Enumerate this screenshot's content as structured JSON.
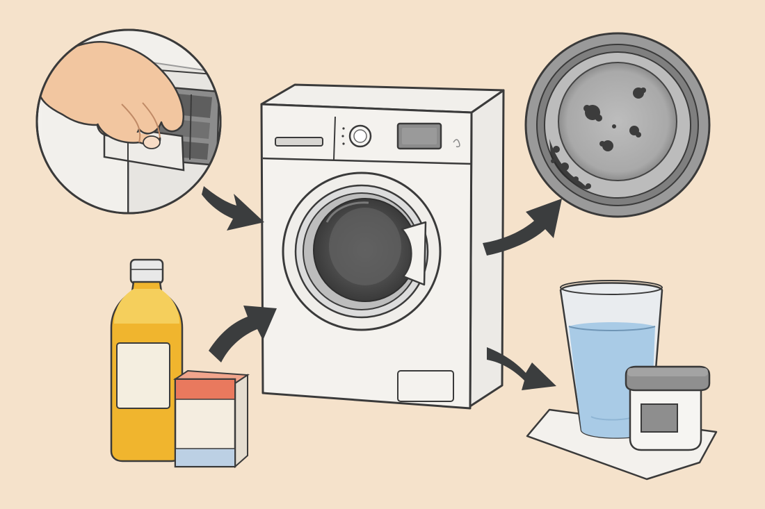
{
  "scene": {
    "background_color": "#f5e2cb",
    "line_color": "#3a3a3a",
    "arrow_color": "#3b3d3e",
    "machine_color": "#f4f2ee",
    "drawer_tray_color": "#f0eeea",
    "mold_color": "#3c3c3c",
    "vinegar_color": "#f0b52e",
    "water_color": "#a9cbe6",
    "box_top_color": "#e9795e",
    "box_bottom_color": "#bcd0e4"
  },
  "panels": [
    {
      "id": "detergent-drawer-closeup",
      "icon": "hand-pulling-drawer"
    },
    {
      "id": "mold-on-door-seal",
      "icon": "mold-spots"
    },
    {
      "id": "cleaning-supplies",
      "icon": "vinegar-bottle-and-baking-soda-box"
    },
    {
      "id": "dry-and-ventilate",
      "icon": "glass-of-water-and-container"
    }
  ],
  "arrows": [
    {
      "from": "detergent-drawer-closeup",
      "to": "washing-machine"
    },
    {
      "from": "washing-machine",
      "to": "mold-on-door-seal"
    },
    {
      "from": "cleaning-supplies",
      "to": "washing-machine"
    },
    {
      "from": "washing-machine",
      "to": "dry-and-ventilate"
    }
  ]
}
